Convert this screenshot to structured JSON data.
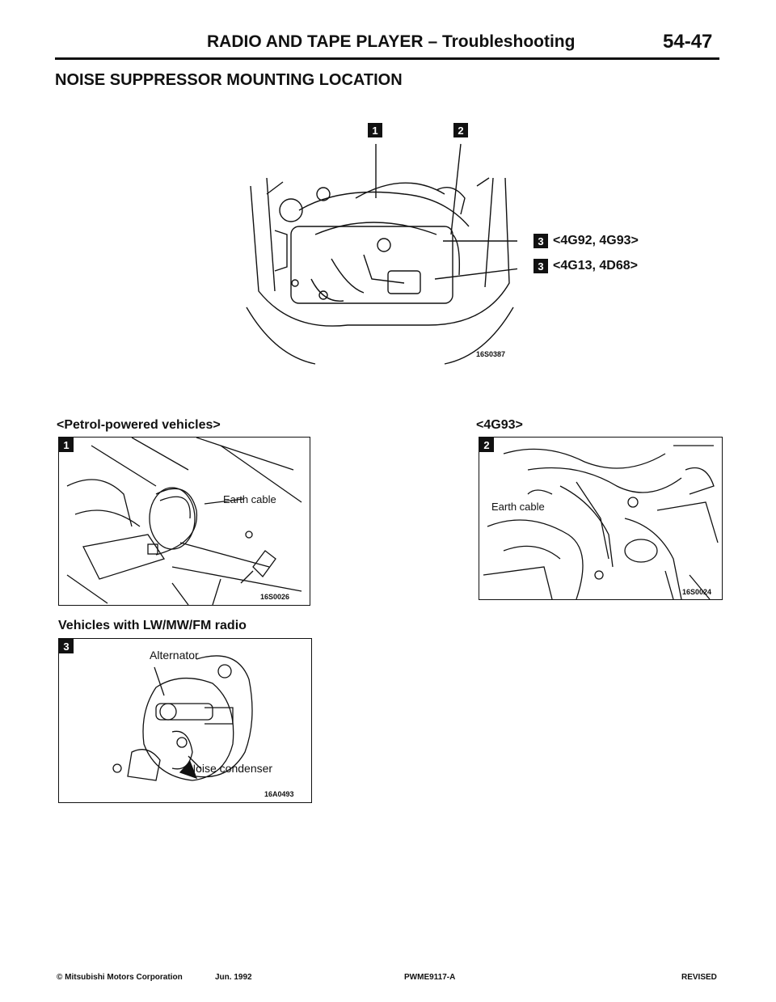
{
  "header": {
    "title": "RADIO AND TAPE PLAYER",
    "separator": "–",
    "subtitle": "Troubleshooting",
    "page_number": "54-47"
  },
  "section_title": "NOISE SUPPRESSOR MOUNTING LOCATION",
  "main_figure": {
    "badges": [
      "1",
      "2",
      "3",
      "3"
    ],
    "engine_labels": [
      "<4G92, 4G93>",
      "<4G13, 4D68>"
    ],
    "code": "16S0387"
  },
  "figure1": {
    "caption": "<Petrol-powered vehicles>",
    "badge": "1",
    "callout": "Earth cable",
    "code": "16S0026"
  },
  "figure2": {
    "caption": "<4G93>",
    "badge": "2",
    "callout": "Earth cable",
    "code": "16S0024"
  },
  "figure3": {
    "caption": "Vehicles with LW/MW/FM radio",
    "badge": "3",
    "callout_top": "Alternator",
    "callout_bottom": "Noise condenser",
    "code": "16A0493"
  },
  "footer": {
    "copyright": "© Mitsubishi Motors Corporation",
    "date": "Jun. 1992",
    "doc_code": "PWME9117-A",
    "status": "REVISED"
  }
}
